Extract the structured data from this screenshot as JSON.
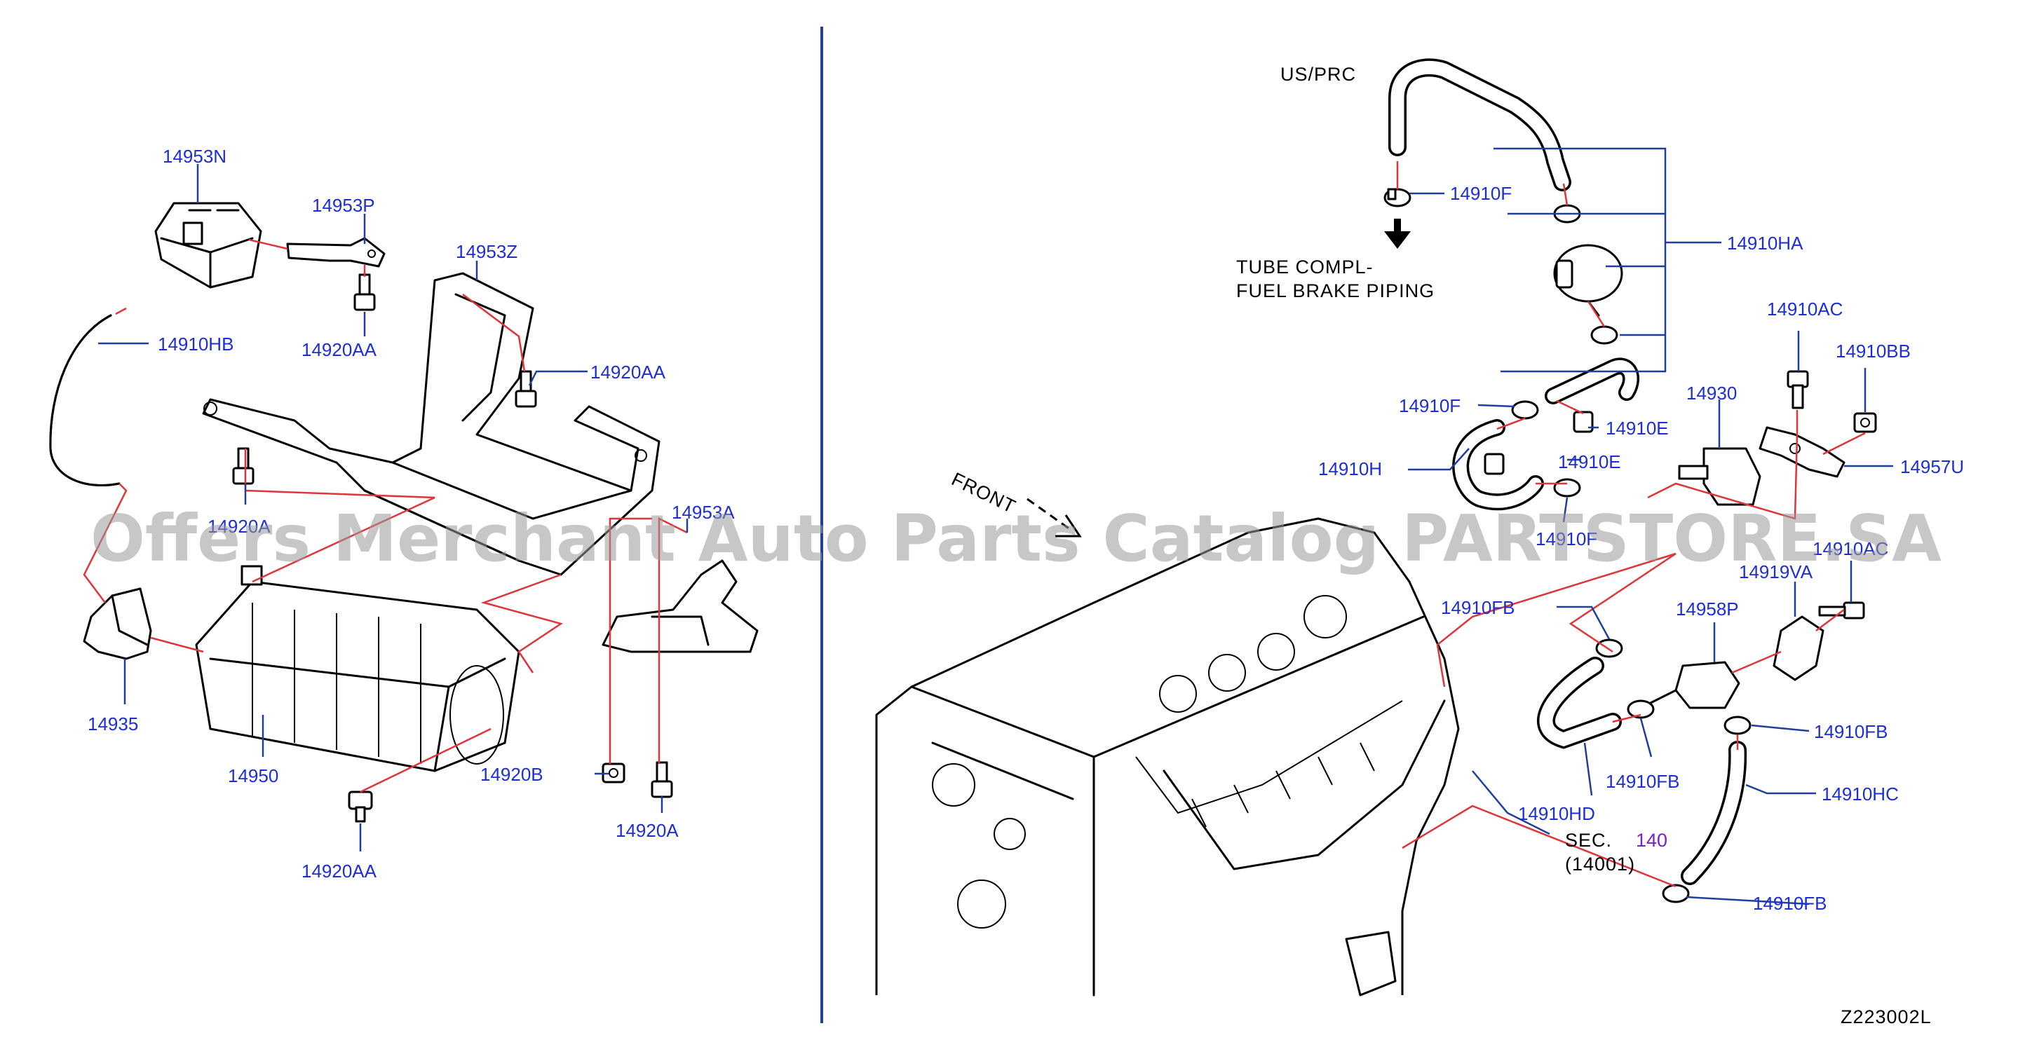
{
  "diagram": {
    "code": "Z223002L",
    "watermark": "Offers Merchant Auto Parts Catalog PARTSTORE.SA",
    "notes": {
      "variant": "US/PRC",
      "tube_line1": "TUBE   COMPL-",
      "tube_line2": "FUEL   BRAKE   PIPING",
      "front": "FRONT",
      "sec_line1": "SEC.",
      "sec_number": "140",
      "sec_line2": "(14001)"
    },
    "left_labels": {
      "p14953N": "14953N",
      "p14953P": "14953P",
      "p14953Z": "14953Z",
      "p14910HB": "14910HB",
      "p14920AA_a": "14920AA",
      "p14920AA_b": "14920AA",
      "p14920A_hidden": "14920A",
      "p14953A": "14953A",
      "p14935": "14935",
      "p14950": "14950",
      "p14920B": "14920B",
      "p14920A": "14920A",
      "p14920AA_c": "14920AA"
    },
    "right_labels": {
      "p14910F_a": "14910F",
      "p14910HA": "14910HA",
      "p14910AC": "14910AC",
      "p14910BB": "14910BB",
      "p14930": "14930",
      "p14910F_b": "14910F",
      "p14910E_a": "14910E",
      "p14910H": "14910H",
      "p14910E_b": "14910E",
      "p14957U": "14957U",
      "p14910F_c": "14910F",
      "p14910AC_b": "14910AC",
      "p14919VA": "14919VA",
      "p14910FB_a": "14910FB",
      "p14958P": "14958P",
      "p14910FB_b": "14910FB",
      "p14910FB_c": "14910FB",
      "p14910HD": "14910HD",
      "p14910HC": "14910HC",
      "p14910FB_d": "14910FB"
    }
  }
}
